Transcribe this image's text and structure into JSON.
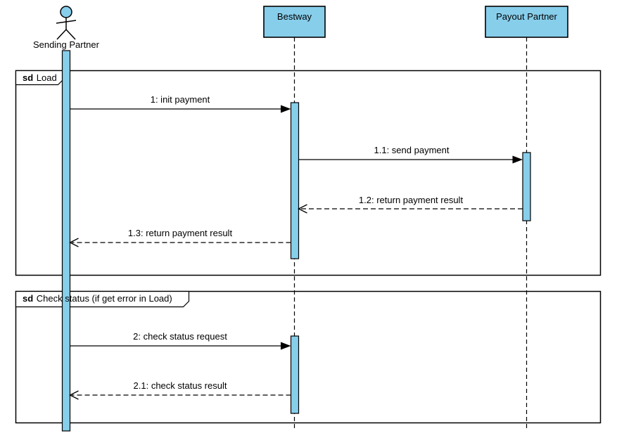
{
  "diagram": {
    "type": "uml-sequence-diagram",
    "actor": {
      "name": "Sending Partner"
    },
    "participants": [
      {
        "name": "Bestway"
      },
      {
        "name": "Payout Partner"
      }
    ],
    "frames": [
      {
        "operator": "sd",
        "title": "Load"
      },
      {
        "operator": "sd",
        "title": "Check status (if get error in Load)"
      }
    ],
    "messages": [
      {
        "label": "1: init payment",
        "from": "Sending Partner",
        "to": "Bestway",
        "kind": "sync"
      },
      {
        "label": "1.1: send payment",
        "from": "Bestway",
        "to": "Payout Partner",
        "kind": "sync"
      },
      {
        "label": "1.2: return payment result",
        "from": "Payout Partner",
        "to": "Bestway",
        "kind": "return"
      },
      {
        "label": "1.3: return payment result",
        "from": "Bestway",
        "to": "Sending Partner",
        "kind": "return"
      },
      {
        "label": "2: check status request",
        "from": "Sending Partner",
        "to": "Bestway",
        "kind": "sync"
      },
      {
        "label": "2.1: check status result",
        "from": "Bestway",
        "to": "Sending Partner",
        "kind": "return"
      }
    ],
    "colors": {
      "shape_fill": "#87CEEB",
      "line": "#000000",
      "background": "#FFFFFF"
    }
  }
}
